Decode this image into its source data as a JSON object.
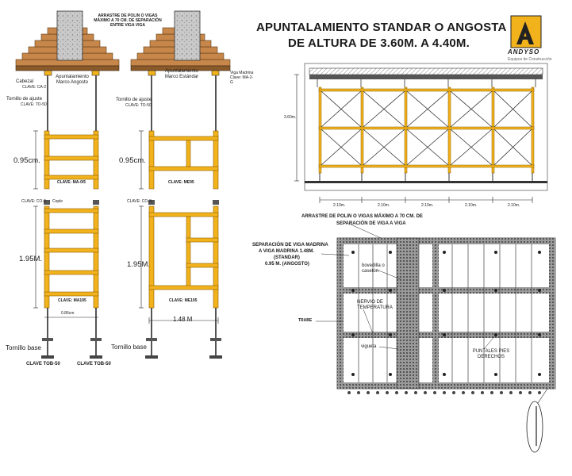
{
  "title": {
    "line1": "APUNTALAMIENTO STANDAR O ANGOSTA",
    "line2": "DE ALTURA DE 3.60M. A 4.40M."
  },
  "logo": {
    "name": "ANDYSO",
    "tagline": "Equipos de Construcción"
  },
  "colors": {
    "frame": "#f2b21c",
    "frame_stroke": "#8a6000",
    "wood": "#c8874a",
    "concrete": "#bdbdbd",
    "line": "#222222"
  },
  "left_elevation": {
    "top_note": "ARRASTRE DE POLIN O VIGAS MÁXIMO A 70 CM. DE SEPARACIÓN ENTRE VIGA VIGA",
    "cabezal": "Cabezal",
    "cabezal_clave": "CLAVE: CA-2",
    "marco_angosto": "Apuntalamiento Marco Angosto",
    "marco_estandar": "Apuntalamiento Marco Estándar",
    "viga_madrina": "Viga Madrina Clave: MA-2-G",
    "tornillo_ajuste": "Tornillo de ajuste",
    "tornillo_clave": "CLAVE: TO-50",
    "dim_095_a": "0.95cm.",
    "dim_095_b": "0.95cm.",
    "clave_ma": "CLAVE: MA-0/5",
    "clave_me": "CLAVE: ME95",
    "clave_co": "CLAVE: CO-3",
    "clave_co_b": "CLAVE: CO-3",
    "cople": "Cople",
    "dim_195_a": "1.95M.",
    "dim_195_b": "1.95M.",
    "clave_ma195": "CLAVE: MA195",
    "clave_me195": "CLAVE: ME195",
    "width_angosto": "0.86cm",
    "width_estandar": "1.48 M",
    "tornillo_base_a": "Tornillo base",
    "tornillo_base_b": "Tornillo base",
    "clave_tob_a": "CLAVE TOB-50",
    "clave_tob_b": "CLAVE TOB-50"
  },
  "right_elevation": {
    "height": "3.60m.",
    "spans": [
      "2.10m.",
      "2.10m.",
      "2.10m.",
      "2.10m.",
      "2.10m."
    ]
  },
  "plan": {
    "note_top_line1": "ARRASTRE DE POLIN O VIGAS MÁXIMO A 70 CM. DE",
    "note_top_line2": "SEPARACIÓN DE VIGA A VIGA",
    "note_left_line1": "SEPARACIÓN DE VIGA MADRINA",
    "note_left_line2": "A VIGA MADRINA 1.48M.",
    "note_left_line3": "(STANDAR)",
    "note_left_line4": "0.95 M. (ANGOSTO)",
    "bovedilla": "bovedilla o casetón",
    "nervio": "NERVIO DE TEMPERATURA",
    "trabe": "TRABE",
    "vigueta": "vigueta",
    "puntales": "PUNTALES PIES DERECHOS"
  }
}
